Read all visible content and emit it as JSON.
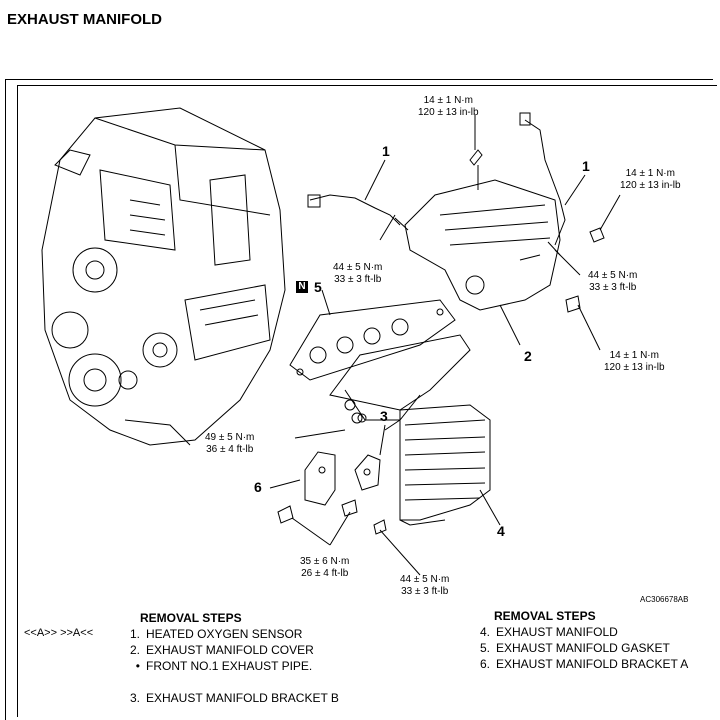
{
  "title": "EXHAUST MANIFOLD",
  "figure_code": "AC306678AB",
  "callouts": {
    "c1a": "1",
    "c1b": "1",
    "c2": "2",
    "c3": "3",
    "c4": "4",
    "c5": "5",
    "c6": "6",
    "n_mark": "N"
  },
  "torques": {
    "top_center": [
      "14 ± 1 N·m",
      "120 ± 13 in-lb"
    ],
    "top_right": [
      "14 ± 1 N·m",
      "120 ± 13 in-lb"
    ],
    "sensor_left": [
      "44 ± 5 N·m",
      "33 ± 3 ft-lb"
    ],
    "sensor_right": [
      "44 ± 5 N·m",
      "33 ± 3 ft-lb"
    ],
    "cover_lower": [
      "14 ± 1 N·m",
      "120 ± 13 in-lb"
    ],
    "manifold_nut": [
      "49 ± 5 N·m",
      "36 ± 4 ft-lb"
    ],
    "bracket_bolts": [
      "35 ± 6 N·m",
      "26 ± 4 ft-lb"
    ],
    "bottom": [
      "44 ± 5 N·m",
      "33 ± 3 ft-lb"
    ]
  },
  "removal_left": {
    "header": "REMOVAL STEPS",
    "tag": "<<A>>   >>A<<",
    "steps": [
      {
        "idx": "1.",
        "text": "HEATED OXYGEN SENSOR"
      },
      {
        "idx": "2.",
        "text": "EXHAUST MANIFOLD COVER"
      },
      {
        "idx": "•",
        "text": "FRONT NO.1 EXHAUST PIPE."
      },
      {
        "idx": "3.",
        "text": "EXHAUST MANIFOLD BRACKET B"
      }
    ]
  },
  "removal_right": {
    "header": "REMOVAL STEPS",
    "steps": [
      {
        "idx": "4.",
        "text": "EXHAUST MANIFOLD"
      },
      {
        "idx": "5.",
        "text": "EXHAUST MANIFOLD GASKET"
      },
      {
        "idx": "6.",
        "text": "EXHAUST MANIFOLD BRACKET A"
      }
    ]
  }
}
